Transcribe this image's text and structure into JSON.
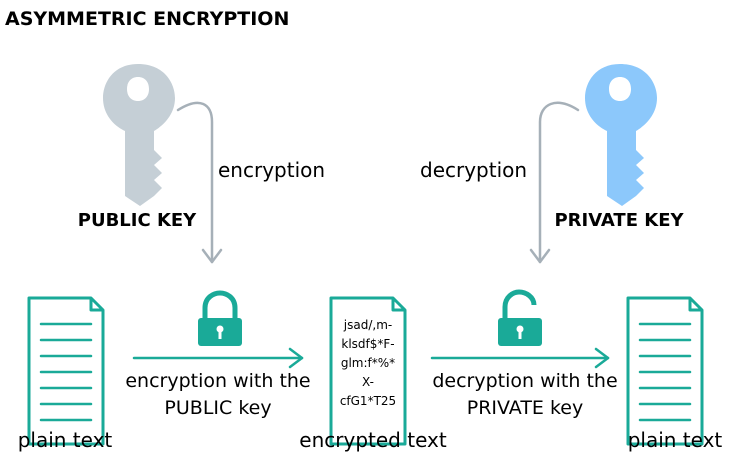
{
  "title": "ASYMMETRIC ENCRYPTION",
  "keys": {
    "public": {
      "label": "PUBLIC KEY",
      "color": "#c5cfd6"
    },
    "private": {
      "label": "PRIVATE KEY",
      "color": "#8cc8fb"
    }
  },
  "steps": {
    "encryption_label": "encryption",
    "decryption_label": "decryption",
    "encrypt_caption_line1": "encryption with the",
    "encrypt_caption_line2": "PUBLIC key",
    "decrypt_caption_line1": "decryption with the",
    "decrypt_caption_line2": "PRIVATE key"
  },
  "documents": {
    "plain_left": "plain text",
    "encrypted": "encrypted text",
    "plain_right": "plain text",
    "cipher_lines": [
      "jsad/,m-",
      "klsdf$*F-",
      "glm:f*%*",
      "X-",
      "cfG1*T25"
    ]
  },
  "colors": {
    "accent": "#1aaa98",
    "arrow_gray": "#a6b0b8"
  }
}
